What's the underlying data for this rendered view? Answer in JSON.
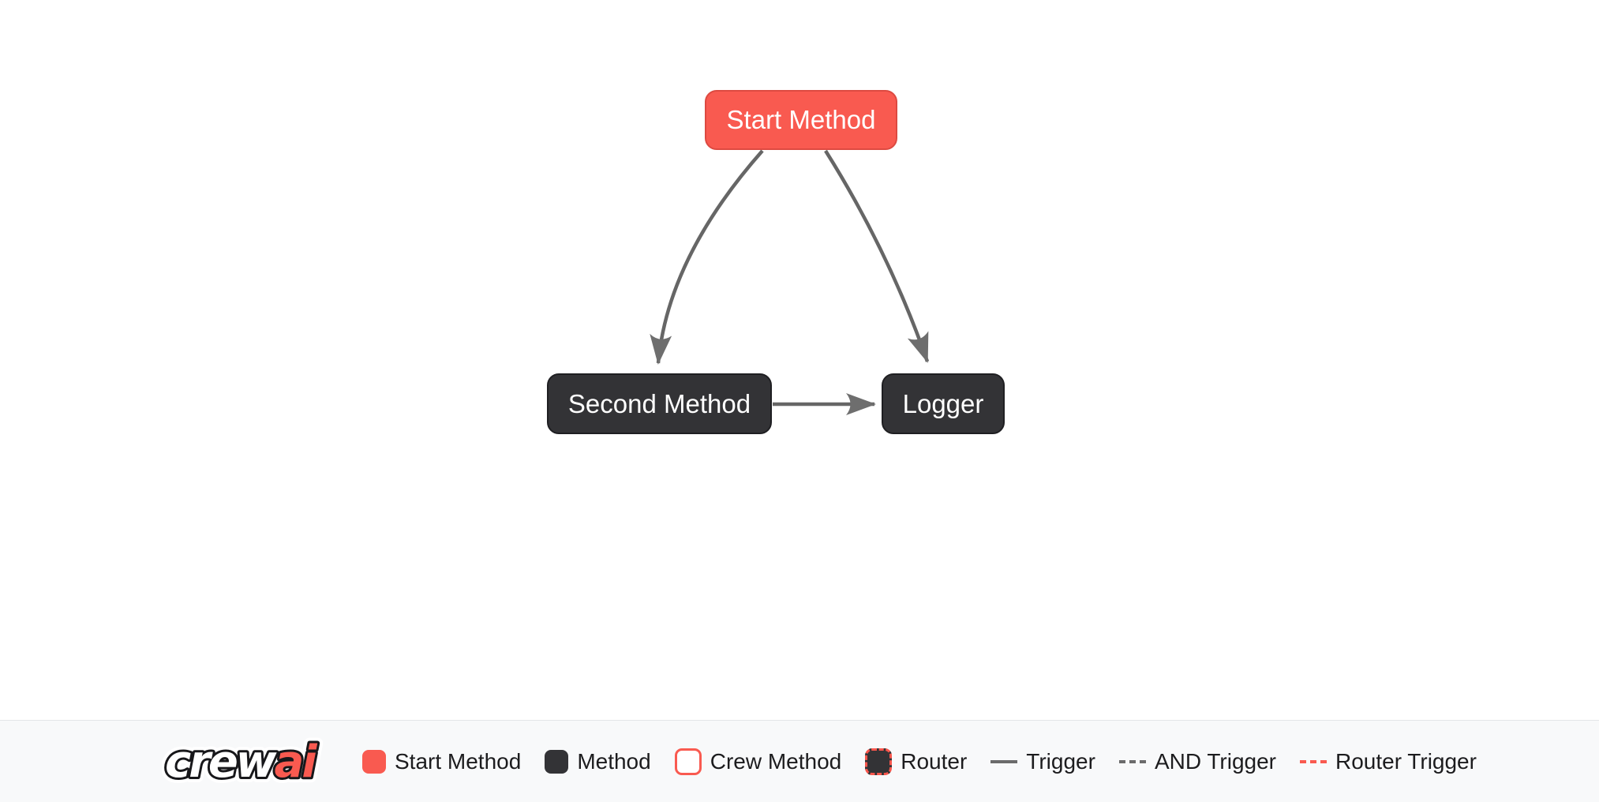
{
  "flow": {
    "nodes": [
      {
        "label": "Start Method",
        "type": "start"
      },
      {
        "label": "Second Method",
        "type": "method"
      },
      {
        "label": "Logger",
        "type": "method"
      }
    ],
    "edges": [
      {
        "from": "Start Method",
        "to": "Second Method",
        "type": "trigger"
      },
      {
        "from": "Start Method",
        "to": "Logger",
        "type": "trigger"
      },
      {
        "from": "Second Method",
        "to": "Logger",
        "type": "trigger"
      }
    ]
  },
  "legend": {
    "logo": {
      "text_white": "crew",
      "text_red": "ai"
    },
    "items": [
      {
        "label": "Start Method"
      },
      {
        "label": "Method"
      },
      {
        "label": "Crew Method"
      },
      {
        "label": "Router"
      },
      {
        "label": "Trigger"
      },
      {
        "label": "AND Trigger"
      },
      {
        "label": "Router Trigger"
      }
    ]
  },
  "colors": {
    "start_node": "#F95A50",
    "method_node": "#333336",
    "node_text": "#ffffff",
    "edge": "#666666",
    "router_edge": "#F95A50",
    "legend_background": "#f8f9fa",
    "legend_text": "#1c1c1e",
    "canvas_background": "#ffffff"
  }
}
